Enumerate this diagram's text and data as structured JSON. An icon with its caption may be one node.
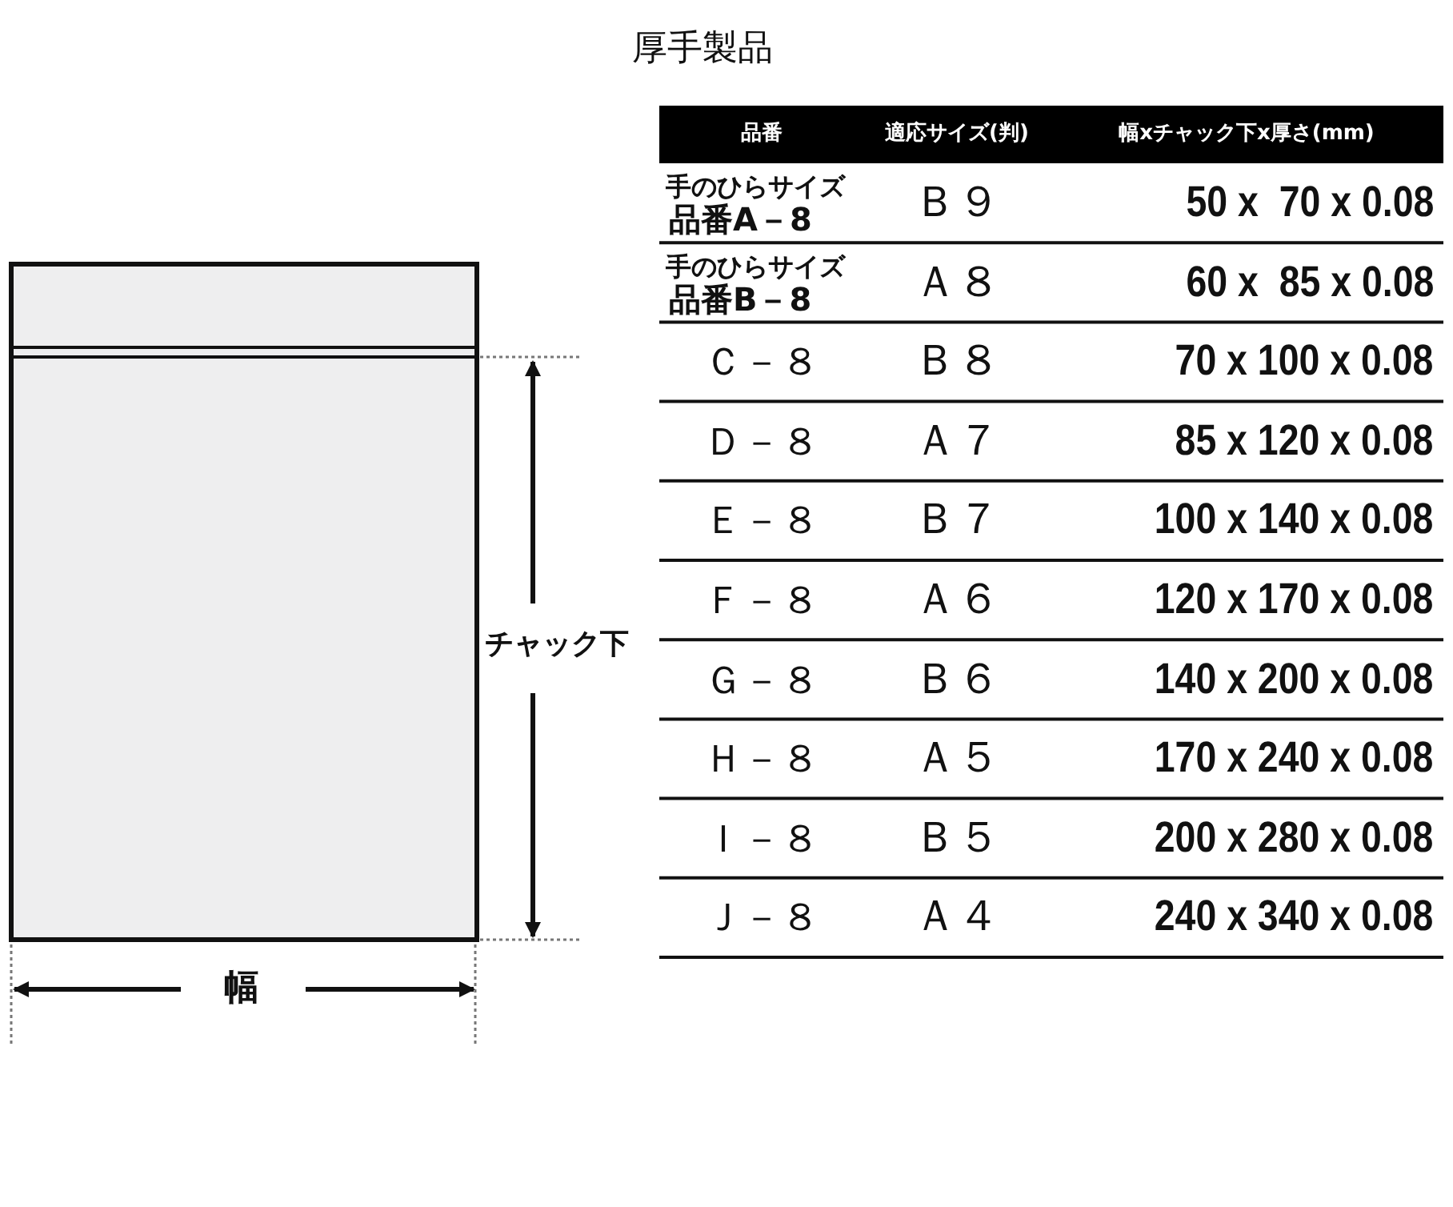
{
  "diagram": {
    "title": "厚手製品",
    "labels": [
      "チャック下",
      "幅",
      "品番",
      "適応サイズ(判)",
      "幅xチャック下x厚さ(mm)",
      "手のひらサイズ",
      "品番A－8",
      "Ｂ９",
      "50 x  70 x 0.08",
      "手のひらサイズ",
      "品番B－8",
      "Ａ８",
      "60 x  85 x 0.08",
      "Ｃ－８",
      "Ｂ８",
      "70 x 100 x 0.08",
      "Ｄ－８",
      "Ａ７",
      "85 x 120 x 0.08",
      "Ｅ－８",
      "Ｂ７",
      "100 x 140 x 0.08",
      "Ｆ－８",
      "Ａ６",
      "120 x 170 x 0.08",
      "Ｇ－８",
      "Ｂ６",
      "140 x 200 x 0.08",
      "Ｈ－８",
      "Ａ５",
      "170 x 240 x 0.08",
      "Ｉ－８",
      "Ｂ５",
      "200 x 280 x 0.08",
      "Ｊ－８",
      "Ａ４",
      "240 x 340 x 0.08"
    ]
  }
}
